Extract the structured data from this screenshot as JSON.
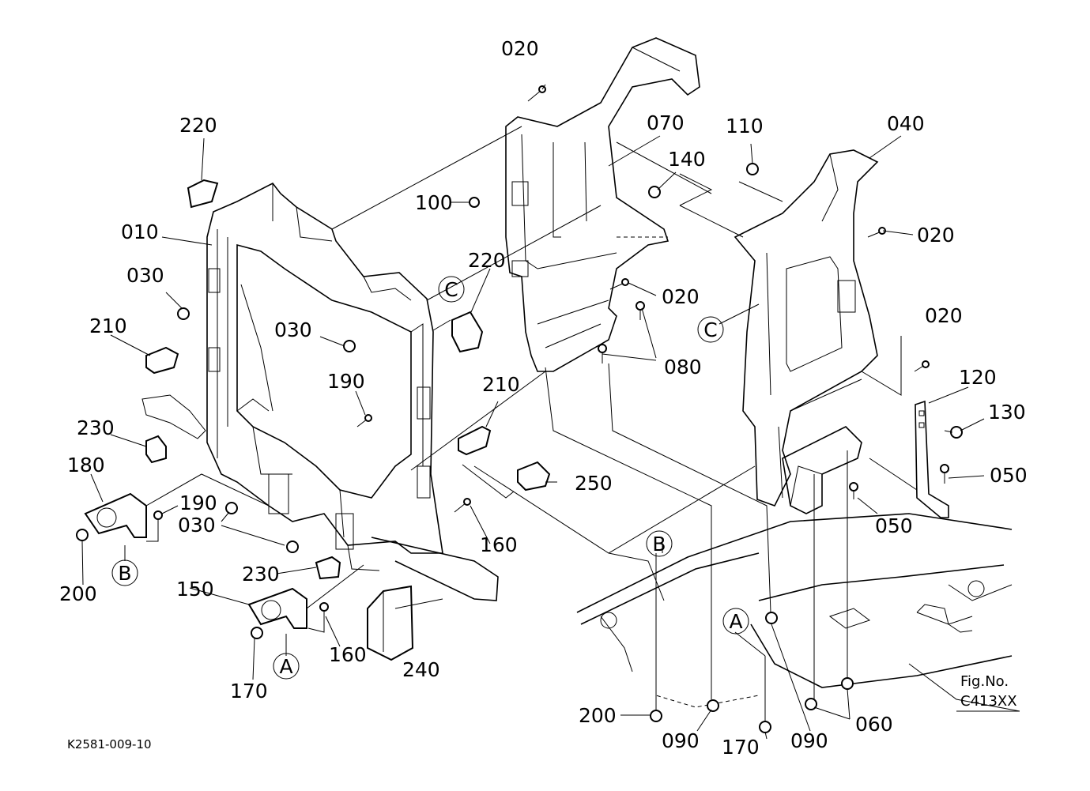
{
  "diagram_code": "K2581-009-10",
  "figure": {
    "label": "Fig.No.",
    "number": "C413XX"
  },
  "callouts": [
    {
      "id": "c-020-top",
      "text": "020"
    },
    {
      "id": "c-070",
      "text": "070"
    },
    {
      "id": "c-110",
      "text": "110"
    },
    {
      "id": "c-040",
      "text": "040"
    },
    {
      "id": "c-220-a",
      "text": "220"
    },
    {
      "id": "c-140",
      "text": "140"
    },
    {
      "id": "c-100",
      "text": "100"
    },
    {
      "id": "c-020-r1",
      "text": "020"
    },
    {
      "id": "c-010",
      "text": "010"
    },
    {
      "id": "c-220-b",
      "text": "220"
    },
    {
      "id": "c-030-a",
      "text": "030"
    },
    {
      "id": "c-020-mid",
      "text": "020"
    },
    {
      "id": "c-210-a",
      "text": "210"
    },
    {
      "id": "c-030-b",
      "text": "030"
    },
    {
      "id": "c-020-r2",
      "text": "020"
    },
    {
      "id": "c-080",
      "text": "080"
    },
    {
      "id": "c-190-a",
      "text": "190"
    },
    {
      "id": "c-120",
      "text": "120"
    },
    {
      "id": "c-210-b",
      "text": "210"
    },
    {
      "id": "c-130",
      "text": "130"
    },
    {
      "id": "c-230-a",
      "text": "230"
    },
    {
      "id": "c-180",
      "text": "180"
    },
    {
      "id": "c-250",
      "text": "250"
    },
    {
      "id": "c-050-a",
      "text": "050"
    },
    {
      "id": "c-190-b",
      "text": "190"
    },
    {
      "id": "c-050-b",
      "text": "050"
    },
    {
      "id": "c-030-c",
      "text": "030"
    },
    {
      "id": "c-160-a",
      "text": "160"
    },
    {
      "id": "c-200-a",
      "text": "200"
    },
    {
      "id": "c-230-b",
      "text": "230"
    },
    {
      "id": "c-150",
      "text": "150"
    },
    {
      "id": "c-160-b",
      "text": "160"
    },
    {
      "id": "c-240",
      "text": "240"
    },
    {
      "id": "c-170-a",
      "text": "170"
    },
    {
      "id": "c-200-b",
      "text": "200"
    },
    {
      "id": "c-090-a",
      "text": "090"
    },
    {
      "id": "c-170-b",
      "text": "170"
    },
    {
      "id": "c-090-b",
      "text": "090"
    },
    {
      "id": "c-060",
      "text": "060"
    }
  ],
  "reference_marks": [
    {
      "id": "ref-c-1",
      "text": "C"
    },
    {
      "id": "ref-c-2",
      "text": "C"
    },
    {
      "id": "ref-b-1",
      "text": "B"
    },
    {
      "id": "ref-b-2",
      "text": "B"
    },
    {
      "id": "ref-a-1",
      "text": "A"
    },
    {
      "id": "ref-a-2",
      "text": "A"
    }
  ]
}
